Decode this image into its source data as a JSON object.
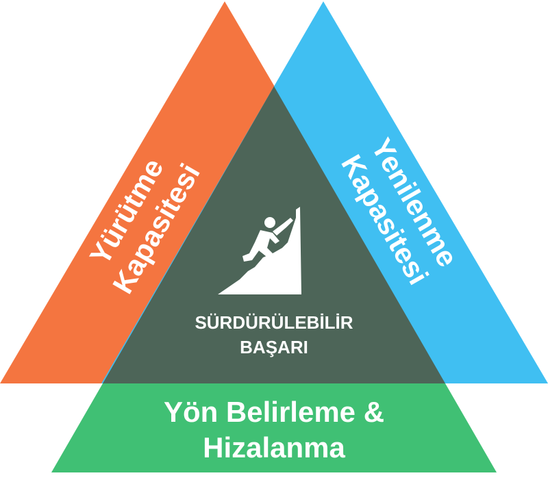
{
  "diagram": {
    "left_label": {
      "line1": "Yürütme",
      "line2": "Kapasitesi"
    },
    "right_label": {
      "line1": "Yenilenme",
      "line2": "Kapasitesi"
    },
    "bottom_label": {
      "line1": "Yön Belirleme &",
      "line2": "Hizalanma"
    },
    "center_label": {
      "line1": "SÜRDÜRÜLEBİLİR",
      "line2": "BAŞARI"
    },
    "center_icon": "climber-icon",
    "colors": {
      "left": "#f47540",
      "right": "#40bff2",
      "bottom": "#40c074",
      "center": "#4d6558",
      "text": "#ffffff"
    }
  }
}
